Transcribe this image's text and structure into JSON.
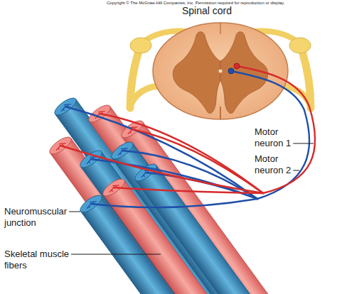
{
  "diagram": {
    "labels": [
      "Copyright © The McGraw-Hill Companies, Inc. Permission required for reproduction or display.",
      "Spinal cord",
      "Motor neuron 1",
      "Motor neuron 2",
      "Neuromuscular junction",
      "Skeletal muscle fibers"
    ]
  }
}
